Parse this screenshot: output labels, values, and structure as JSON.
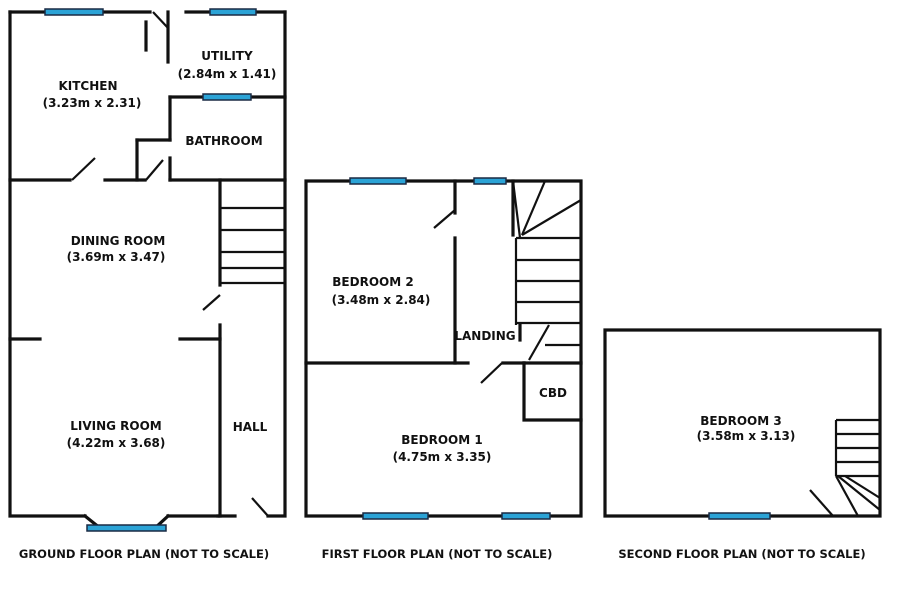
{
  "rooms": {
    "kitchen": {
      "name": "KITCHEN",
      "size": "(3.23m x 2.31)"
    },
    "utility": {
      "name": "UTILITY",
      "size": "(2.84m x 1.41)"
    },
    "bathroom": {
      "name": "BATHROOM"
    },
    "dining_room": {
      "name": "DINING ROOM",
      "size": "(3.69m x 3.47)"
    },
    "living_room": {
      "name": "LIVING ROOM",
      "size": "(4.22m x 3.68)"
    },
    "hall": {
      "name": "HALL"
    },
    "bedroom2": {
      "name": "BEDROOM 2",
      "size": "(3.48m x 2.84)"
    },
    "landing": {
      "name": "LANDING"
    },
    "cbd": {
      "name": "CBD"
    },
    "bedroom1": {
      "name": "BEDROOM 1",
      "size": "(4.75m x 3.35)"
    },
    "bedroom3": {
      "name": "BEDROOM 3",
      "size": "(3.58m x 3.13)"
    }
  },
  "captions": {
    "ground": "GROUND FLOOR PLAN (NOT TO SCALE)",
    "first": "FIRST FLOOR PLAN (NOT TO SCALE)",
    "second": "SECOND FLOOR PLAN (NOT TO SCALE)"
  },
  "colors": {
    "wall": "#111111",
    "window": "#2ba3d6",
    "background": "#ffffff"
  }
}
